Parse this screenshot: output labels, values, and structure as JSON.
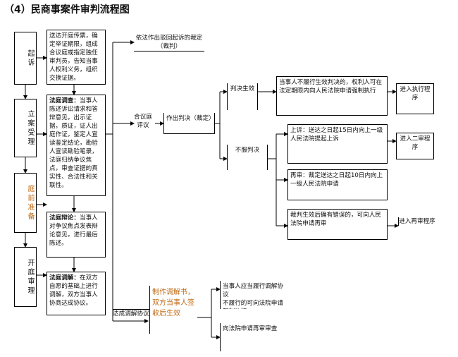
{
  "title": "（4）民商事案件审判流程图",
  "stages": {
    "filing": "起诉",
    "accept": "立案受理",
    "prepare": "庭前准备",
    "trial": "开庭审理"
  },
  "notes": {
    "prep": "送达开庭传票，确定举证期限，组成合议庭或指定独任审判员，告知当事人权利义务，组织交换证据。",
    "investigation_head": "法庭调查：",
    "investigation_body": "当事人陈述诉讼请求和答辩意见，出示证据，质证，证人出庭作证，鉴定人宣读鉴定结论，勘验人宣读勘验笔录，法庭归纳争议焦点，审查证据的真实性、合法性和关联性。",
    "debate_head": "法庭辩论：",
    "debate_body": "当事人对争议焦点发表辩论意见，进行最后陈述。",
    "mediation_head": "法庭调解：",
    "mediation_body": "在双方自愿的基础上进行调解，双方当事人协商达成协议。"
  },
  "outcomes": {
    "ruling": "依法作出驳回起诉的裁定（裁判）",
    "deliberation": "合议庭评议",
    "judgment": "作出判决（裁定）",
    "mediation_success": "达成调解协议",
    "mediation_doc": "制作调解书，双方当事人签收后生效"
  },
  "judgment_branch": {
    "effective": "判决生效",
    "not_accepted": "不服判决",
    "enforcement": "当事人不履行生效判决的，权利人可在法定期限内向人民法院申请强制执行",
    "enforcement_result": "进入执行程序",
    "appeal_1": "上诉：送达之日起15日内向上一级人民法院提起上诉",
    "appeal_result": "进入二审程序",
    "retrial_1": "再审：裁定送达之日起10日内向上一级人民法院申请",
    "retrial_2": "裁判生效后确有错误的，可向人民法院申请再审",
    "retrial_result": "进入再审程序"
  },
  "mediation_branch": {
    "perform": "当事人应当履行调解协议",
    "apply_enforce": "不履行的可向法院申请强制执行",
    "court_review": "向法院申请再审审查"
  }
}
